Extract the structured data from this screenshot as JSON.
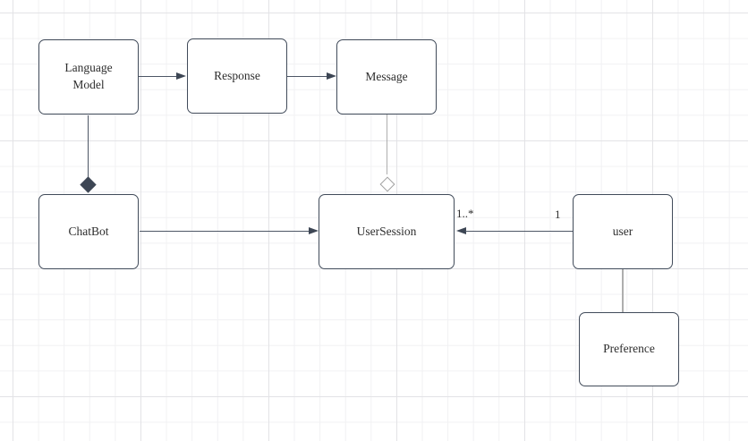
{
  "palette": {
    "background": "#ffffff",
    "grid_minor": "#f1f1f3",
    "grid_major": "#e3e3e6",
    "node_fill": "#ffffff",
    "node_stroke": "#414b5a",
    "edge_dark": "#4d5665",
    "edge_light": "#aeaeae",
    "text": "#2d2d2d"
  },
  "nodes": {
    "language_model": {
      "label": "Language Model"
    },
    "response": {
      "label": "Response"
    },
    "message": {
      "label": "Message"
    },
    "chatbot": {
      "label": "ChatBot"
    },
    "user_session": {
      "label": "UserSession"
    },
    "user": {
      "label": "user"
    },
    "preference": {
      "label": "Preference"
    }
  },
  "edges": {
    "language_model_to_response": {
      "from": "Language Model",
      "to": "Response",
      "style": "directed-arrow"
    },
    "response_to_message": {
      "from": "Response",
      "to": "Message",
      "style": "directed-arrow"
    },
    "language_model_to_chatbot": {
      "from": "Language Model",
      "to": "ChatBot",
      "style": "composition-filled-diamond"
    },
    "message_to_user_session": {
      "from": "Message",
      "to": "UserSession",
      "style": "aggregation-hollow-diamond"
    },
    "chatbot_to_user_session": {
      "from": "ChatBot",
      "to": "UserSession",
      "style": "directed-arrow"
    },
    "user_to_user_session": {
      "from": "user",
      "to": "UserSession",
      "style": "directed-arrow",
      "source_multiplicity": "1",
      "target_multiplicity": "1..*"
    },
    "user_to_preference": {
      "from": "user",
      "to": "Preference",
      "style": "plain-line"
    }
  }
}
